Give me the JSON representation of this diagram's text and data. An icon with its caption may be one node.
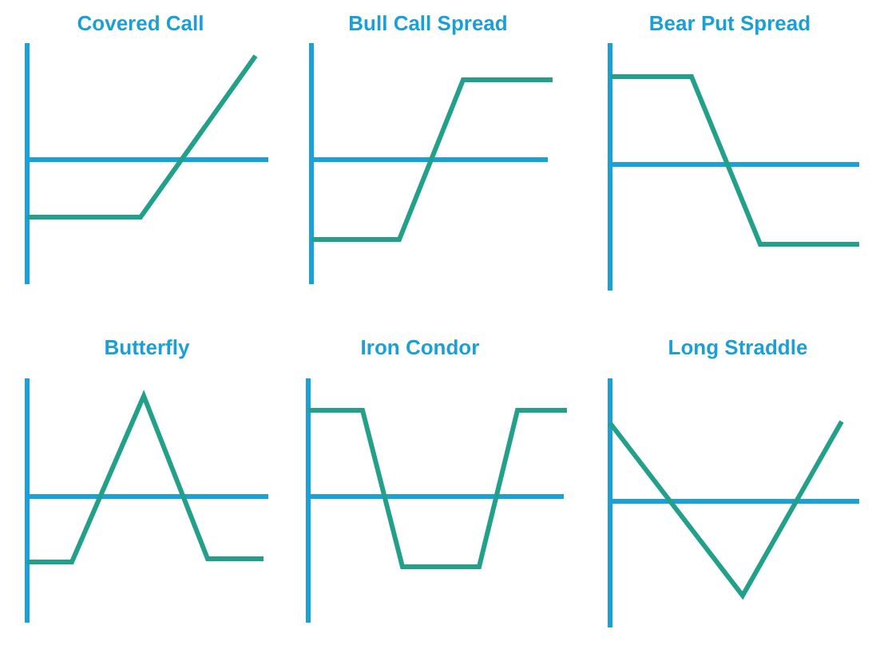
{
  "diagram": {
    "labels": [
      "Covered Call",
      "Bull Call Spread",
      "Bear Put Spread",
      "Butterfly",
      "Iron Condor",
      "Long Straddle"
    ]
  }
}
